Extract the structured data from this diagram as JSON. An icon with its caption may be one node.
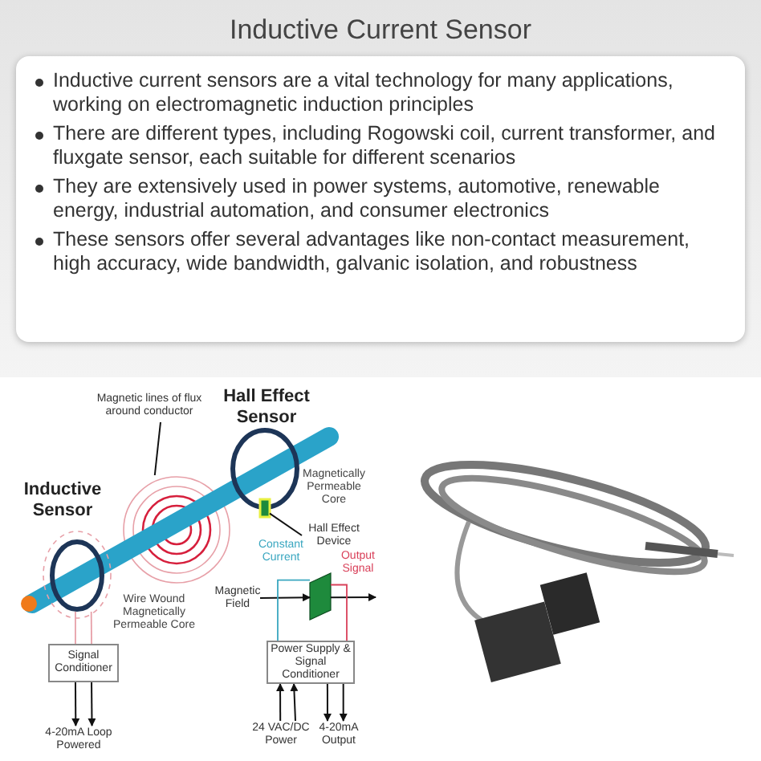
{
  "diagram": {
    "title": "Inductive Current Sensor",
    "nodes": [
      {
        "text": [
          "Inductive current sensors are a vital technology for many applications, working on electromagnetic induction principles",
          "There are different types, including Rogowski coil, current transformer, and fluxgate sensor, each suitable for different scenarios",
          "They are extensively used in power systems, automotive, renewable energy, industrial automation, and consumer electronics",
          "These sensors offer several advantages like non-contact measurement, high accuracy, wide bandwidth, galvanic isolation, and robustness"
        ]
      },
      {
        "text": [
          "Magnetic lines of flux around conductor"
        ]
      },
      {
        "text": [],
        "shape": "circle"
      },
      {
        "text": [
          "Hall Effect Device"
        ]
      },
      {
        "text": [],
        "shape": "box"
      },
      {
        "text": [
          "Magnetic Field"
        ]
      },
      {
        "text": [],
        "shape": "box",
        "beside": [
          "Output Signal"
        ]
      },
      {
        "text": [
          "Signal Conditioner"
        ]
      },
      {
        "text": [
          "4-20mA Loop Powered"
        ]
      },
      {
        "text": [
          "Power Supply & Signal Conditioner"
        ]
      },
      {
        "text": [
          "24 VAC/DC Power"
        ]
      },
      {
        "text": [
          "4-20mA Output"
        ]
      },
      {
        "text": [],
        "shape": "circle",
        "beside": [
          "Inductive Sensor"
        ]
      }
    ],
    "edges": [
      {
        "from": 1,
        "to": 2,
        "arrow": "none"
      },
      {
        "from": 3,
        "to": 4,
        "arrow": "none"
      },
      {
        "from": 5,
        "to": 6,
        "arrow": "to"
      },
      {
        "from": 6,
        "to": null,
        "arrow": "to"
      },
      {
        "from": 7,
        "to": 8,
        "arrow": "to"
      },
      {
        "from": 7,
        "to": 8,
        "arrow": "to"
      },
      {
        "from": 10,
        "to": 9,
        "arrow": "to"
      },
      {
        "from": 10,
        "to": 9,
        "arrow": "to"
      },
      {
        "from": 9,
        "to": 11,
        "arrow": "to"
      },
      {
        "from": 9,
        "to": 11,
        "arrow": "to"
      },
      {
        "from": 6,
        "to": 9,
        "arrow": "none",
        "color": "#3aa7c0"
      },
      {
        "from": 6,
        "to": 9,
        "arrow": "none",
        "color": "#d9415a"
      },
      {
        "from": 12,
        "to": 7,
        "arrow": "none",
        "color": "#e7a0a8"
      },
      {
        "from": 12,
        "to": 7,
        "arrow": "none",
        "color": "#e7a0a8"
      }
    ],
    "labels": [
      "Hall Effect Sensor",
      "Magnetically Permeable Core",
      "Constant Current",
      "Wire Wound Magnetically Permeable Core"
    ]
  }
}
